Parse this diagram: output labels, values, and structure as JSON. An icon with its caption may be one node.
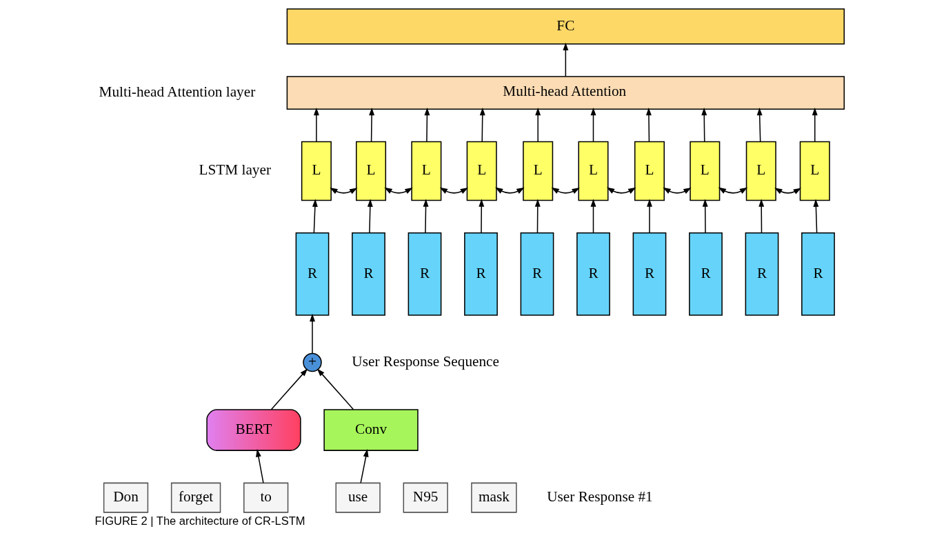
{
  "diagram": {
    "caption": "FIGURE 2 | The architecture of CR-LSTM",
    "nodes": [
      {
        "text": [
          "FC"
        ]
      },
      {
        "text": [
          "Multi-head Attention"
        ]
      },
      {
        "text": [
          "L"
        ]
      },
      {
        "text": [
          "L"
        ]
      },
      {
        "text": [
          "L"
        ]
      },
      {
        "text": [
          "L"
        ]
      },
      {
        "text": [
          "L"
        ]
      },
      {
        "text": [
          "L"
        ]
      },
      {
        "text": [
          "L"
        ]
      },
      {
        "text": [
          "L"
        ]
      },
      {
        "text": [
          "L"
        ]
      },
      {
        "text": [
          "L"
        ]
      },
      {
        "text": [
          "R"
        ]
      },
      {
        "text": [
          "R"
        ]
      },
      {
        "text": [
          "R"
        ]
      },
      {
        "text": [
          "R"
        ]
      },
      {
        "text": [
          "R"
        ]
      },
      {
        "text": [
          "R"
        ]
      },
      {
        "text": [
          "R"
        ]
      },
      {
        "text": [
          "R"
        ]
      },
      {
        "text": [
          "R"
        ]
      },
      {
        "text": [
          "R"
        ]
      },
      {
        "text": [
          "+"
        ]
      },
      {
        "text": [
          "BERT"
        ]
      },
      {
        "text": [
          "Conv"
        ]
      },
      {
        "text": [
          "Don"
        ]
      },
      {
        "text": [
          "forget"
        ]
      },
      {
        "text": [
          "to"
        ]
      },
      {
        "text": [
          "use"
        ]
      },
      {
        "text": [
          "N95"
        ]
      },
      {
        "text": [
          "mask"
        ]
      }
    ],
    "edges": [
      {
        "from": 1,
        "to": 0,
        "arrow": "to"
      },
      {
        "from": 2,
        "to": 1,
        "arrow": "to"
      },
      {
        "from": 3,
        "to": 1,
        "arrow": "to"
      },
      {
        "from": 4,
        "to": 1,
        "arrow": "to"
      },
      {
        "from": 5,
        "to": 1,
        "arrow": "to"
      },
      {
        "from": 6,
        "to": 1,
        "arrow": "to"
      },
      {
        "from": 7,
        "to": 1,
        "arrow": "to"
      },
      {
        "from": 8,
        "to": 1,
        "arrow": "to"
      },
      {
        "from": 9,
        "to": 1,
        "arrow": "to"
      },
      {
        "from": 10,
        "to": 1,
        "arrow": "to"
      },
      {
        "from": 11,
        "to": 1,
        "arrow": "to"
      },
      {
        "from": 2,
        "to": 3,
        "arrow": "both"
      },
      {
        "from": 3,
        "to": 4,
        "arrow": "both"
      },
      {
        "from": 4,
        "to": 5,
        "arrow": "both"
      },
      {
        "from": 5,
        "to": 6,
        "arrow": "both"
      },
      {
        "from": 6,
        "to": 7,
        "arrow": "both"
      },
      {
        "from": 7,
        "to": 8,
        "arrow": "both"
      },
      {
        "from": 8,
        "to": 9,
        "arrow": "both"
      },
      {
        "from": 9,
        "to": 10,
        "arrow": "both"
      },
      {
        "from": 10,
        "to": 11,
        "arrow": "both"
      },
      {
        "from": 12,
        "to": 2,
        "arrow": "to"
      },
      {
        "from": 13,
        "to": 3,
        "arrow": "to"
      },
      {
        "from": 14,
        "to": 4,
        "arrow": "to"
      },
      {
        "from": 15,
        "to": 5,
        "arrow": "to"
      },
      {
        "from": 16,
        "to": 6,
        "arrow": "to"
      },
      {
        "from": 17,
        "to": 7,
        "arrow": "to"
      },
      {
        "from": 18,
        "to": 8,
        "arrow": "to"
      },
      {
        "from": 19,
        "to": 9,
        "arrow": "to"
      },
      {
        "from": 20,
        "to": 10,
        "arrow": "to"
      },
      {
        "from": 21,
        "to": 11,
        "arrow": "to"
      },
      {
        "from": 22,
        "to": 12,
        "arrow": "to"
      },
      {
        "from": 23,
        "to": 22,
        "arrow": "to"
      },
      {
        "from": 24,
        "to": 22,
        "arrow": "to"
      },
      {
        "from": 27,
        "to": 23,
        "arrow": "to"
      },
      {
        "from": 28,
        "to": 24,
        "arrow": "to"
      }
    ],
    "labels": [
      "Multi-head Attention layer",
      "LSTM layer",
      "User Response Sequence",
      "User Response #1"
    ]
  }
}
